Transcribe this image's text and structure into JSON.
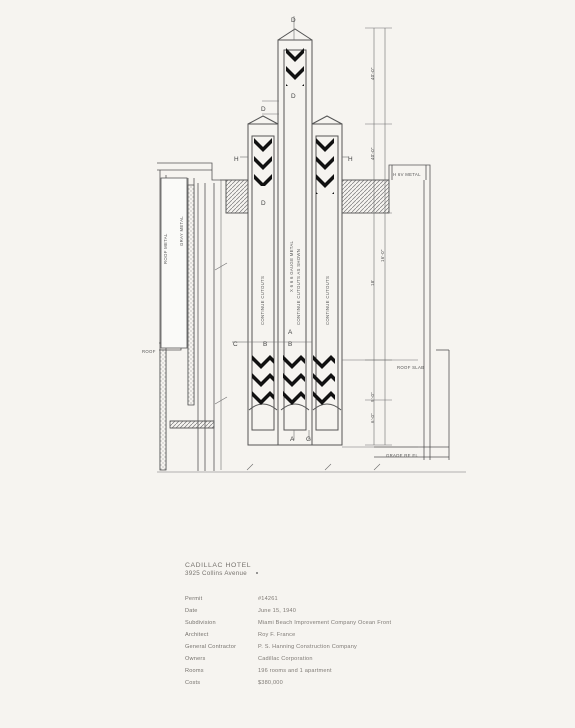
{
  "drawing": {
    "labels": {
      "section_top": "D",
      "section_upper": "D",
      "section_upper_lower": "D",
      "section_lower": "D",
      "left_h": "H",
      "right_h": "H",
      "left_c": "C",
      "left_b": "B",
      "mid_b": "B",
      "mid_a_top": "A",
      "mid_a_bottom": "A",
      "mid_g": "G",
      "contours_left": "CONTINUE CUTOUTS",
      "contours_mid": "CONTINUE CUTOUTS AS SHOWN",
      "contours_right": "CONTINUE CUTOUTS",
      "gauge_note": "X 6 6 6 GAUGE METAL",
      "left_note_1": "ROOF METAL",
      "left_note_2": "GRAY METAL",
      "left_note_3": "ROOF",
      "right_note_1": "H 6V METAL",
      "right_note_2": "ROOF SLAB",
      "right_note_3": "GRADE RE EL",
      "dim_1": "40'-0\"",
      "dim_2": "40'-0\"",
      "dim_3": "18'",
      "dim_4": "9'-0\"",
      "dim_5": "6'-0\"",
      "dim_6": "16'-0\""
    }
  },
  "info": {
    "title": "CADILLAC HOTEL",
    "subtitle": "3925 Collins Avenue",
    "rows": [
      {
        "label": "Permit",
        "value": "#14261"
      },
      {
        "label": "Date",
        "value": "June 15, 1940"
      },
      {
        "label": "Subdivision",
        "value": "Miami Beach Improvement Company Ocean Front"
      },
      {
        "label": "Architect",
        "value": "Roy F. France"
      },
      {
        "label": "General Contractor",
        "value": "P. S. Hanning Construction Company"
      },
      {
        "label": "Owners",
        "value": "Cadillac Corporation"
      },
      {
        "label": "Rooms",
        "value": "196 rooms and 1 apartment"
      },
      {
        "label": "Costs",
        "value": "$380,000"
      }
    ]
  }
}
